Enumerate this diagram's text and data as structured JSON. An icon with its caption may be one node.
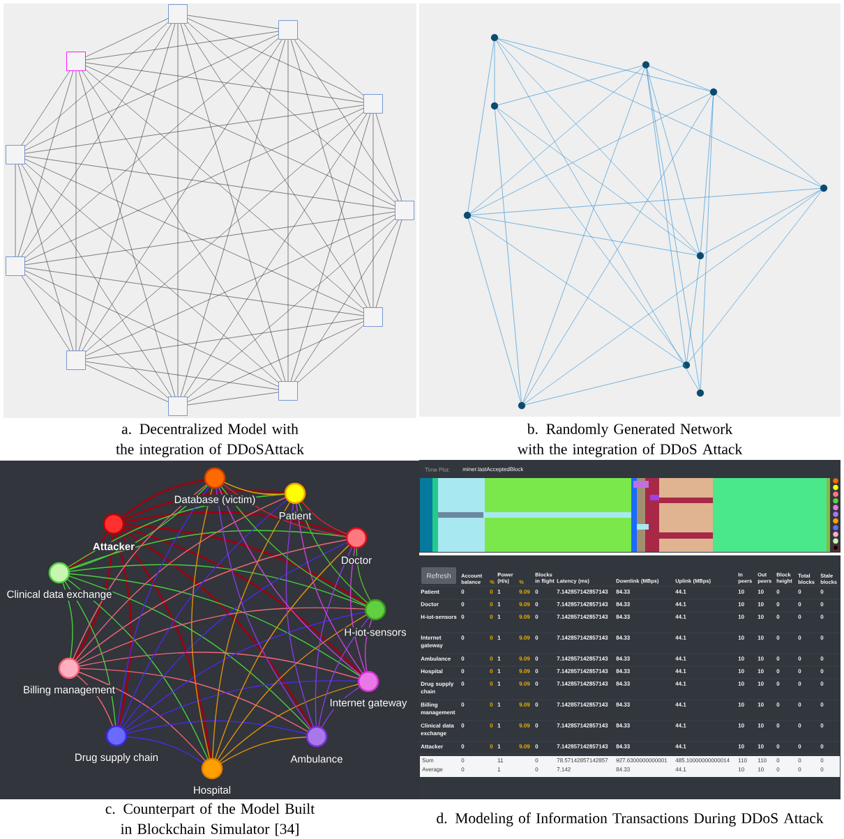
{
  "diagram": {
    "nodes": [
      {
        "text": [],
        "shape": "box"
      },
      {
        "text": [],
        "shape": "box"
      },
      {
        "text": [],
        "shape": "box"
      },
      {
        "text": [],
        "shape": "box"
      },
      {
        "text": [],
        "shape": "box"
      },
      {
        "text": [],
        "shape": "box"
      },
      {
        "text": [],
        "shape": "box"
      },
      {
        "text": [],
        "shape": "box"
      },
      {
        "text": [],
        "shape": "box"
      },
      {
        "text": [],
        "shape": "box"
      },
      {
        "text": [],
        "shape": "box"
      },
      {
        "text": [],
        "shape": "circle"
      },
      {
        "text": [],
        "shape": "circle"
      },
      {
        "text": [],
        "shape": "circle"
      },
      {
        "text": [],
        "shape": "circle"
      },
      {
        "text": [],
        "shape": "circle"
      },
      {
        "text": [],
        "shape": "circle"
      },
      {
        "text": [],
        "shape": "circle"
      },
      {
        "text": [],
        "shape": "circle"
      },
      {
        "text": [],
        "shape": "circle"
      },
      {
        "text": [],
        "shape": "circle"
      },
      {
        "text": [],
        "shape": "circle",
        "beside": [
          "Database (victim)"
        ]
      },
      {
        "text": [],
        "shape": "circle",
        "beside": [
          "Patient"
        ]
      },
      {
        "text": [],
        "shape": "circle",
        "beside": [
          "Attacker"
        ]
      },
      {
        "text": [],
        "shape": "circle",
        "beside": [
          "Doctor"
        ]
      },
      {
        "text": [],
        "shape": "circle",
        "beside": [
          "Clinical data exchange"
        ]
      },
      {
        "text": [],
        "shape": "circle",
        "beside": [
          "H-iot-sensors"
        ]
      },
      {
        "text": [],
        "shape": "circle",
        "beside": [
          "Billing management"
        ]
      },
      {
        "text": [],
        "shape": "circle",
        "beside": [
          "Internet gateway"
        ]
      },
      {
        "text": [],
        "shape": "circle",
        "beside": [
          "Drug supply chain"
        ]
      },
      {
        "text": [],
        "shape": "circle",
        "beside": [
          "Ambulance"
        ]
      },
      {
        "text": [],
        "shape": "circle",
        "beside": [
          "Hospital"
        ]
      }
    ],
    "edges": [
      {
        "from": 0,
        "to": 1,
        "arrow": "none"
      },
      {
        "from": 0,
        "to": 2,
        "arrow": "none"
      },
      {
        "from": 0,
        "to": 3,
        "arrow": "none"
      },
      {
        "from": 0,
        "to": 4,
        "arrow": "none"
      },
      {
        "from": 0,
        "to": 5,
        "arrow": "none"
      },
      {
        "from": 0,
        "to": 6,
        "arrow": "none"
      },
      {
        "from": 0,
        "to": 7,
        "arrow": "none"
      },
      {
        "from": 0,
        "to": 8,
        "arrow": "none"
      },
      {
        "from": 0,
        "to": 9,
        "arrow": "none"
      },
      {
        "from": 0,
        "to": 10,
        "arrow": "none"
      },
      {
        "from": 1,
        "to": 2,
        "arrow": "none"
      },
      {
        "from": 1,
        "to": 3,
        "arrow": "none"
      },
      {
        "from": 1,
        "to": 4,
        "arrow": "none"
      },
      {
        "from": 1,
        "to": 5,
        "arrow": "none"
      },
      {
        "from": 1,
        "to": 6,
        "arrow": "none"
      },
      {
        "from": 1,
        "to": 7,
        "arrow": "none"
      },
      {
        "from": 1,
        "to": 8,
        "arrow": "none"
      },
      {
        "from": 1,
        "to": 9,
        "arrow": "none"
      },
      {
        "from": 1,
        "to": 10,
        "arrow": "none"
      },
      {
        "from": 2,
        "to": 3,
        "arrow": "none"
      },
      {
        "from": 2,
        "to": 4,
        "arrow": "none"
      },
      {
        "from": 2,
        "to": 5,
        "arrow": "none"
      },
      {
        "from": 2,
        "to": 6,
        "arrow": "none"
      },
      {
        "from": 2,
        "to": 7,
        "arrow": "none"
      },
      {
        "from": 2,
        "to": 8,
        "arrow": "none"
      },
      {
        "from": 2,
        "to": 9,
        "arrow": "none"
      },
      {
        "from": 2,
        "to": 10,
        "arrow": "none"
      },
      {
        "from": 3,
        "to": 4,
        "arrow": "none"
      },
      {
        "from": 3,
        "to": 5,
        "arrow": "none"
      },
      {
        "from": 3,
        "to": 6,
        "arrow": "none"
      },
      {
        "from": 3,
        "to": 7,
        "arrow": "none"
      },
      {
        "from": 3,
        "to": 8,
        "arrow": "none"
      },
      {
        "from": 3,
        "to": 9,
        "arrow": "none"
      },
      {
        "from": 3,
        "to": 10,
        "arrow": "none"
      },
      {
        "from": 4,
        "to": 5,
        "arrow": "none"
      },
      {
        "from": 4,
        "to": 6,
        "arrow": "none"
      },
      {
        "from": 4,
        "to": 7,
        "arrow": "none"
      },
      {
        "from": 4,
        "to": 8,
        "arrow": "none"
      },
      {
        "from": 4,
        "to": 9,
        "arrow": "none"
      },
      {
        "from": 4,
        "to": 10,
        "arrow": "none"
      },
      {
        "from": 5,
        "to": 6,
        "arrow": "none"
      },
      {
        "from": 5,
        "to": 7,
        "arrow": "none"
      },
      {
        "from": 5,
        "to": 8,
        "arrow": "none"
      },
      {
        "from": 5,
        "to": 9,
        "arrow": "none"
      },
      {
        "from": 5,
        "to": 10,
        "arrow": "none"
      },
      {
        "from": 6,
        "to": 7,
        "arrow": "none"
      },
      {
        "from": 6,
        "to": 8,
        "arrow": "none"
      },
      {
        "from": 6,
        "to": 9,
        "arrow": "none"
      },
      {
        "from": 6,
        "to": 10,
        "arrow": "none"
      },
      {
        "from": 7,
        "to": 8,
        "arrow": "none"
      },
      {
        "from": 7,
        "to": 9,
        "arrow": "none"
      },
      {
        "from": 7,
        "to": 10,
        "arrow": "none"
      },
      {
        "from": 8,
        "to": 9,
        "arrow": "none"
      },
      {
        "from": 8,
        "to": 10,
        "arrow": "none"
      },
      {
        "from": 9,
        "to": 10,
        "arrow": "none"
      },
      {
        "from": 11,
        "to": 14,
        "arrow": "none",
        "color": "#3d9ad8"
      },
      {
        "from": 11,
        "to": 16,
        "arrow": "none",
        "color": "#3d9ad8"
      },
      {
        "from": 11,
        "to": 13,
        "arrow": "none",
        "color": "#3d9ad8"
      },
      {
        "from": 11,
        "to": 15,
        "arrow": "none",
        "color": "#3d9ad8"
      },
      {
        "from": 11,
        "to": 17,
        "arrow": "none",
        "color": "#3d9ad8"
      },
      {
        "from": 11,
        "to": 19,
        "arrow": "none",
        "color": "#3d9ad8"
      },
      {
        "from": 12,
        "to": 14,
        "arrow": "none",
        "color": "#3d9ad8"
      },
      {
        "from": 12,
        "to": 16,
        "arrow": "none",
        "color": "#3d9ad8"
      },
      {
        "from": 12,
        "to": 13,
        "arrow": "none",
        "color": "#3d9ad8"
      },
      {
        "from": 12,
        "to": 20,
        "arrow": "none",
        "color": "#3d9ad8"
      },
      {
        "from": 12,
        "to": 17,
        "arrow": "none",
        "color": "#3d9ad8"
      },
      {
        "from": 12,
        "to": 18,
        "arrow": "none",
        "color": "#3d9ad8"
      },
      {
        "from": 12,
        "to": 19,
        "arrow": "none",
        "color": "#3d9ad8"
      },
      {
        "from": 13,
        "to": 15,
        "arrow": "none",
        "color": "#3d9ad8"
      },
      {
        "from": 13,
        "to": 16,
        "arrow": "none",
        "color": "#3d9ad8"
      },
      {
        "from": 13,
        "to": 20,
        "arrow": "none",
        "color": "#3d9ad8"
      },
      {
        "from": 13,
        "to": 17,
        "arrow": "none",
        "color": "#3d9ad8"
      },
      {
        "from": 13,
        "to": 19,
        "arrow": "none",
        "color": "#3d9ad8"
      },
      {
        "from": 14,
        "to": 17,
        "arrow": "none",
        "color": "#3d9ad8"
      },
      {
        "from": 14,
        "to": 18,
        "arrow": "none",
        "color": "#3d9ad8"
      },
      {
        "from": 14,
        "to": 20,
        "arrow": "none",
        "color": "#3d9ad8"
      },
      {
        "from": 15,
        "to": 16,
        "arrow": "none",
        "color": "#3d9ad8"
      },
      {
        "from": 15,
        "to": 17,
        "arrow": "none",
        "color": "#3d9ad8"
      },
      {
        "from": 15,
        "to": 20,
        "arrow": "none",
        "color": "#3d9ad8"
      },
      {
        "from": 15,
        "to": 18,
        "arrow": "none",
        "color": "#3d9ad8"
      },
      {
        "from": 16,
        "to": 17,
        "arrow": "none",
        "color": "#3d9ad8"
      },
      {
        "from": 16,
        "to": 18,
        "arrow": "none",
        "color": "#3d9ad8"
      },
      {
        "from": 16,
        "to": 20,
        "arrow": "none",
        "color": "#3d9ad8"
      },
      {
        "from": 17,
        "to": 18,
        "arrow": "none",
        "color": "#3d9ad8"
      },
      {
        "from": 18,
        "to": 20,
        "arrow": "none",
        "color": "#3d9ad8"
      },
      {
        "from": 23,
        "to": 25,
        "arrow": "none",
        "style": "thick",
        "color": "#a00010"
      },
      {
        "from": 23,
        "to": 27,
        "arrow": "none",
        "style": "thick",
        "color": "#a00010"
      },
      {
        "from": 23,
        "to": 29,
        "arrow": "none",
        "style": "thick",
        "color": "#a00010"
      },
      {
        "from": 23,
        "to": 31,
        "arrow": "none",
        "style": "thick",
        "color": "#a00010"
      },
      {
        "from": 23,
        "to": 30,
        "arrow": "none",
        "style": "thick",
        "color": "#a00010"
      },
      {
        "from": 23,
        "to": 28,
        "arrow": "none",
        "style": "thick",
        "color": "#a00010"
      },
      {
        "from": 23,
        "to": 26,
        "arrow": "none",
        "style": "thick",
        "color": "#a00010"
      },
      {
        "from": 23,
        "to": 24,
        "arrow": "none",
        "style": "thick",
        "color": "#a00010"
      },
      {
        "from": 23,
        "to": 22,
        "arrow": "none",
        "style": "thick",
        "color": "#a00010"
      },
      {
        "from": 23,
        "to": 21,
        "arrow": "none",
        "style": "thick",
        "color": "#a00010"
      },
      {
        "from": 25,
        "to": 27,
        "arrow": "none",
        "color": "#48d040"
      },
      {
        "from": 25,
        "to": 29,
        "arrow": "none",
        "color": "#48d040"
      },
      {
        "from": 25,
        "to": 31,
        "arrow": "none",
        "color": "#48d040"
      },
      {
        "from": 25,
        "to": 30,
        "arrow": "none",
        "color": "#48d040"
      },
      {
        "from": 25,
        "to": 28,
        "arrow": "none",
        "color": "#48d040"
      },
      {
        "from": 25,
        "to": 26,
        "arrow": "none",
        "color": "#48d040"
      },
      {
        "from": 25,
        "to": 24,
        "arrow": "none",
        "color": "#48d040"
      },
      {
        "from": 25,
        "to": 22,
        "arrow": "none",
        "color": "#48d040"
      },
      {
        "from": 25,
        "to": 21,
        "arrow": "none",
        "color": "#48d040"
      },
      {
        "from": 27,
        "to": 29,
        "arrow": "none",
        "color": "#f06878"
      },
      {
        "from": 27,
        "to": 31,
        "arrow": "none",
        "color": "#f06878"
      },
      {
        "from": 27,
        "to": 30,
        "arrow": "none",
        "color": "#f06878"
      },
      {
        "from": 27,
        "to": 28,
        "arrow": "none",
        "color": "#f06878"
      },
      {
        "from": 27,
        "to": 26,
        "arrow": "none",
        "color": "#f06878"
      },
      {
        "from": 27,
        "to": 24,
        "arrow": "none",
        "color": "#f06878"
      },
      {
        "from": 27,
        "to": 22,
        "arrow": "none",
        "color": "#f06878"
      },
      {
        "from": 27,
        "to": 21,
        "arrow": "none",
        "color": "#f06878"
      },
      {
        "from": 29,
        "to": 31,
        "arrow": "none",
        "color": "#4a2ae8"
      },
      {
        "from": 29,
        "to": 30,
        "arrow": "none",
        "color": "#4a2ae8"
      },
      {
        "from": 29,
        "to": 28,
        "arrow": "none",
        "color": "#4a2ae8"
      },
      {
        "from": 29,
        "to": 26,
        "arrow": "none",
        "color": "#4a2ae8"
      },
      {
        "from": 29,
        "to": 24,
        "arrow": "none",
        "color": "#4a2ae8"
      },
      {
        "from": 29,
        "to": 22,
        "arrow": "none",
        "color": "#4a2ae8"
      },
      {
        "from": 29,
        "to": 21,
        "arrow": "none",
        "color": "#4a2ae8"
      },
      {
        "from": 31,
        "to": 30,
        "arrow": "none",
        "color": "#e0920a"
      },
      {
        "from": 31,
        "to": 28,
        "arrow": "none",
        "color": "#e0920a"
      },
      {
        "from": 31,
        "to": 26,
        "arrow": "none",
        "color": "#e0920a"
      },
      {
        "from": 31,
        "to": 24,
        "arrow": "none",
        "color": "#e0920a"
      },
      {
        "from": 31,
        "to": 22,
        "arrow": "none",
        "color": "#e0920a"
      },
      {
        "from": 31,
        "to": 21,
        "arrow": "none",
        "color": "#e0920a"
      },
      {
        "from": 30,
        "to": 28,
        "arrow": "none",
        "color": "#8a3ae0"
      },
      {
        "from": 30,
        "to": 26,
        "arrow": "none",
        "color": "#8a3ae0"
      },
      {
        "from": 30,
        "to": 24,
        "arrow": "none",
        "color": "#8a3ae0"
      },
      {
        "from": 30,
        "to": 22,
        "arrow": "none",
        "color": "#8a3ae0"
      },
      {
        "from": 30,
        "to": 21,
        "arrow": "none",
        "color": "#8a3ae0"
      },
      {
        "from": 28,
        "to": 26,
        "arrow": "none",
        "color": "#d040d8"
      },
      {
        "from": 28,
        "to": 24,
        "arrow": "none",
        "color": "#d040d8"
      },
      {
        "from": 28,
        "to": 22,
        "arrow": "none",
        "color": "#d040d8"
      },
      {
        "from": 28,
        "to": 21,
        "arrow": "none",
        "color": "#d040d8"
      },
      {
        "from": 26,
        "to": 24,
        "arrow": "none",
        "color": "#50c030"
      },
      {
        "from": 26,
        "to": 22,
        "arrow": "none",
        "color": "#50c030"
      },
      {
        "from": 26,
        "to": 21,
        "arrow": "none",
        "color": "#50c030"
      },
      {
        "from": 24,
        "to": 22,
        "arrow": "none",
        "color": "#e8203a"
      },
      {
        "from": 24,
        "to": 21,
        "arrow": "none",
        "color": "#e8203a"
      },
      {
        "from": 22,
        "to": 21,
        "arrow": "none",
        "color": "#e8b000"
      }
    ],
    "labels": [
      "a. Decentralized Model with the integration of DDoSAttack",
      "b. Randomly Generated Network with the integration of DDoS Attack",
      "Time Plot:",
      "miner.lastAcceptedBlock",
      "Refresh",
      "Account balance",
      "%",
      "Power (H/s)",
      "%",
      "Blocks in flight",
      "Latency (ms)",
      "Downlink (MBps)",
      "Uplink (MBps)",
      "In peers",
      "Out peers",
      "Block height",
      "Total blocks",
      "Stale blocks",
      "Patient",
      "0",
      "0",
      "1",
      "9.09",
      "0",
      "7.142857142857143",
      "84.33",
      "44.1",
      "10",
      "10",
      "0",
      "0",
      "0",
      "Doctor",
      "0",
      "0",
      "1",
      "9.09",
      "0",
      "7.142857142857143",
      "84.33",
      "44.1",
      "10",
      "10",
      "0",
      "0",
      "0",
      "H-iot-sensors",
      "0",
      "0",
      "1",
      "9.09",
      "0",
      "7.142857142857143",
      "84.33",
      "44.1",
      "10",
      "10",
      "0",
      "0",
      "0",
      "Internet gateway",
      "0",
      "0",
      "1",
      "9.09",
      "0",
      "7.142857142857143",
      "84.33",
      "44.1",
      "10",
      "10",
      "0",
      "0",
      "0",
      "Ambulance",
      "0",
      "0",
      "1",
      "9.09",
      "0",
      "7.142857142857143",
      "84.33",
      "44.1",
      "10",
      "10",
      "0",
      "0",
      "0",
      "Hospital",
      "0",
      "0",
      "1",
      "9.09",
      "0",
      "7.142857142857143",
      "84.33",
      "44.1",
      "10",
      "10",
      "0",
      "0",
      "0",
      "Drug supply chain",
      "0",
      "0",
      "1",
      "9.09",
      "0",
      "7.142857142857143",
      "84.33",
      "44.1",
      "10",
      "10",
      "0",
      "0",
      "0",
      "Billing management",
      "0",
      "0",
      "1",
      "9.09",
      "0",
      "7.142857142857143",
      "84.33",
      "44.1",
      "10",
      "10",
      "0",
      "0",
      "0",
      "Clinical data exchange",
      "0",
      "0",
      "1",
      "9.09",
      "0",
      "7.142857142857143",
      "84.33",
      "44.1",
      "10",
      "10",
      "0",
      "0",
      "0",
      "Attacker",
      "0",
      "0",
      "1",
      "9.09",
      "0",
      "7.142857142857143",
      "84.33",
      "44.1",
      "10",
      "10",
      "0",
      "0",
      "0",
      "Sum",
      "0",
      "11",
      "0",
      "78.57142857142857",
      "927.6300000000001",
      "485.10000000000014",
      "110",
      "110",
      "0",
      "0",
      "0",
      "Average",
      "0",
      "1",
      "0",
      "7.142",
      "84.33",
      "44.1",
      "10",
      "10",
      "0",
      "0",
      "0",
      "c. Counterpart of the Model Built in Blockchain Simulator [34]",
      "d. Modeling of Information Transactions During DDoS Attack"
    ]
  }
}
